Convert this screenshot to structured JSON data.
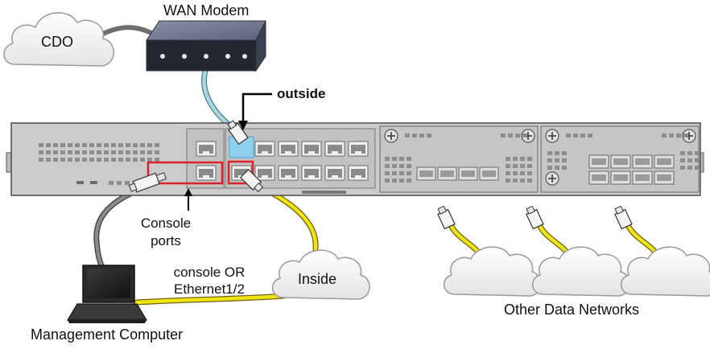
{
  "labels": {
    "cdo": "CDO",
    "wan_modem": "WAN Modem",
    "outside": "outside",
    "console_ports_line1": "Console",
    "console_ports_line2": "ports",
    "console_or_line1": "console OR",
    "console_or_line2": "Ethernet1/2",
    "inside": "Inside",
    "management_computer": "Management Computer",
    "other_data_networks": "Other Data Networks"
  },
  "colors": {
    "cloud_fill": "#f1f1f1",
    "cloud_stroke": "#9a9a9a",
    "chassis_fill": "#c9c9c9",
    "chassis_stroke": "#555555",
    "port_fill": "#8a8a8a",
    "modem_fill": "#4a4f63",
    "cable_yellow": "#f2e313",
    "cable_gray": "#6e6e6e",
    "cable_teal": "#a8d7e0",
    "highlight_red": "#e0202a",
    "highlight_blue": "#8fd0ee"
  }
}
